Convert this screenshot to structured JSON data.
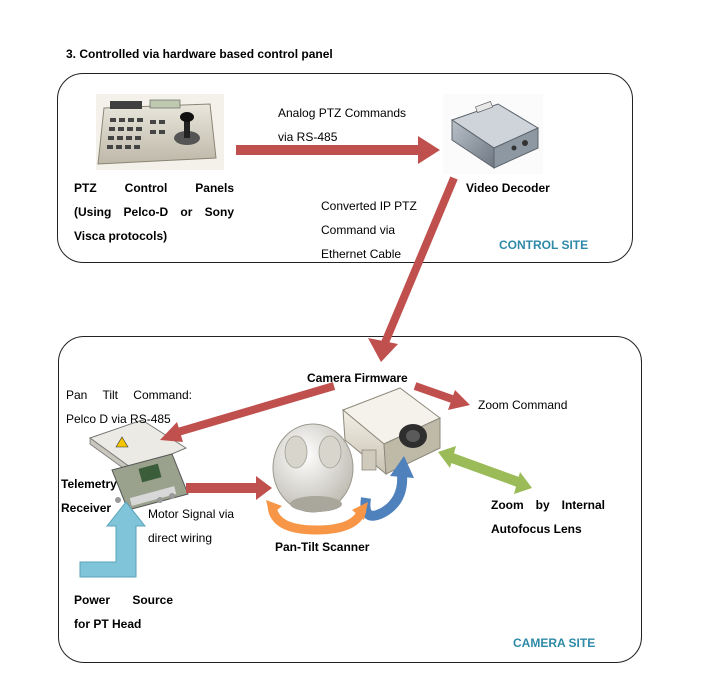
{
  "heading": "3.   Controlled via hardware based control panel",
  "control_site": {
    "site_label": "CONTROL SITE",
    "ptz_panel_label": [
      "PTZ Control Panels",
      "(Using Pelco-D or Sony",
      "Visca protocols)"
    ],
    "analog_cmd": [
      "Analog PTZ Commands",
      "via RS-485"
    ],
    "decoder_label": "Video Decoder",
    "converted_cmd": [
      "Converted IP PTZ",
      "Command via",
      "Ethernet Cable"
    ]
  },
  "camera_site": {
    "site_label": "CAMERA SITE",
    "firmware_label": "Camera Firmware",
    "pan_tilt_cmd": [
      "Pan Tilt Command:",
      "Pelco D via RS-485"
    ],
    "zoom_cmd": "Zoom Command",
    "telemetry_label": [
      "Telemetry",
      "Receiver"
    ],
    "motor_signal": [
      "Motor Signal via",
      "direct wiring"
    ],
    "scanner_label": "Pan-Tilt Scanner",
    "zoom_lens": [
      "Zoom by Internal",
      "Autofocus Lens"
    ],
    "power_source": [
      "Power Source",
      "for PT Head"
    ]
  },
  "colors": {
    "arrow_red": "#c0504d",
    "site_label": "#2f8aa8",
    "arrow_blue": "#4f81bd",
    "arrow_orange": "#f79646",
    "arrow_green": "#9bbb59",
    "arrow_teal": "#7fc4d8"
  }
}
